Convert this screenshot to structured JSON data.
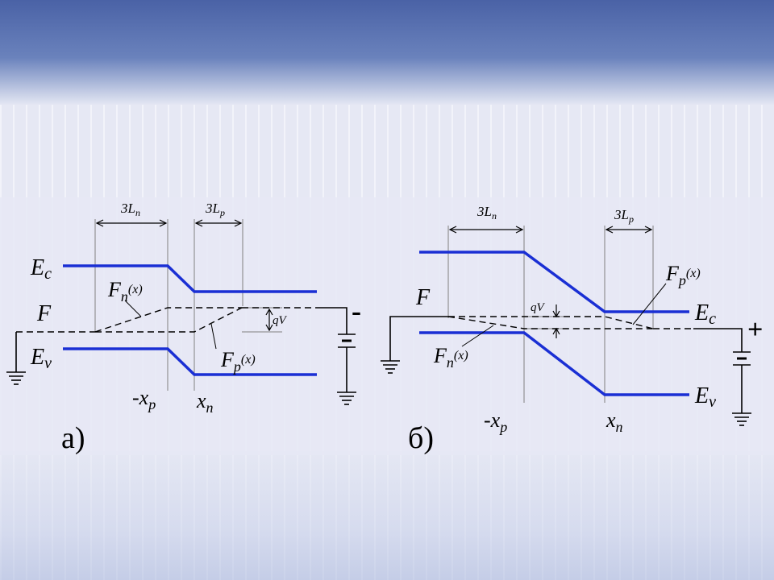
{
  "colors": {
    "band": "#4a63a8",
    "bandpale": "#e4e7f3",
    "panel": "#e6e8f4",
    "stripe": "#f4f5fb",
    "blue": "#1a2fd4",
    "ink": "#000000",
    "gray": "#808080"
  },
  "panel_a": {
    "caption": "а)",
    "dim_3Ln": {
      "base": "3L",
      "sub": "n"
    },
    "dim_3Lp": {
      "base": "3L",
      "sub": "p"
    },
    "Ec": {
      "base": "E",
      "sub": "c"
    },
    "Ev": {
      "base": "E",
      "sub": "v"
    },
    "F": "F",
    "Fn": {
      "base": "F",
      "sub": "n",
      "arg": "(x)"
    },
    "Fp": {
      "base": "F",
      "sub": "p",
      "arg": "(x)"
    },
    "qV": "qV",
    "xp": {
      "base": "-x",
      "sub": "p"
    },
    "xn": {
      "base": "x",
      "sub": "n"
    },
    "polarity": "-"
  },
  "panel_b": {
    "caption": "б)",
    "dim_3Ln": {
      "base": "3L",
      "sub": "n"
    },
    "dim_3Lp": {
      "base": "3L",
      "sub": "p"
    },
    "Ec": {
      "base": "E",
      "sub": "c"
    },
    "Ev": {
      "base": "E",
      "sub": "v"
    },
    "F": "F",
    "Fn": {
      "base": "F",
      "sub": "n",
      "arg": "(x)"
    },
    "Fp": {
      "base": "F",
      "sub": "p",
      "arg": "(x)"
    },
    "qV": "qV",
    "xp": {
      "base": "-x",
      "sub": "p"
    },
    "xn": {
      "base": "x",
      "sub": "n"
    },
    "polarity": "+"
  }
}
